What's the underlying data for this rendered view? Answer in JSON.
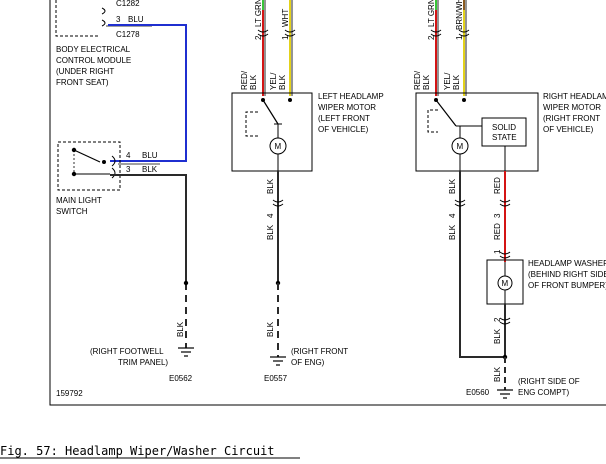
{
  "figure_id": "159792",
  "caption": "Fig. 57: Headlamp Wiper/Washer Circuit",
  "bcm": {
    "connector_top": "C1282",
    "pin": "3",
    "wire": "BLU",
    "connector_bottom": "C1278",
    "lines": [
      "BODY ELECTRICAL",
      "CONTROL MODULE",
      "(UNDER RIGHT",
      "FRONT SEAT)"
    ]
  },
  "main_light_switch": {
    "pin_a": "4",
    "wire_a": "BLU",
    "pin_b": "3",
    "wire_b": "BLK",
    "lines": [
      "MAIN LIGHT",
      "SWITCH"
    ]
  },
  "left_side": {
    "pin_2": "2",
    "wire_2": "LT GRN",
    "pin_1": "1",
    "wire_1": "WHT",
    "wire_in_1": [
      "RED/",
      "BLK"
    ],
    "wire_in_2": [
      "YEL/",
      "BLK"
    ],
    "motor_lines": [
      "LEFT HEADLAMP",
      "WIPER MOTOR",
      "(LEFT FRONT",
      "OF VEHICLE)"
    ],
    "blk_upper": "BLK",
    "pin_4": "4",
    "blk_lower": "BLK",
    "ground_blk": "BLK",
    "ground_lines": [
      "(RIGHT FRONT",
      "OF ENG)"
    ],
    "ground_id": "E0557"
  },
  "right_side": {
    "pin_2": "2",
    "wire_2": "LT GRN",
    "pin_1": "1",
    "wire_1": "BRN/WHT",
    "wire_in_1": [
      "RED/",
      "BLK"
    ],
    "wire_in_2": [
      "YEL/",
      "BLK"
    ],
    "motor_lines": [
      "RIGHT HEADLAMP",
      "WIPER MOTOR",
      "(RIGHT FRONT",
      "OF VEHICLE)"
    ],
    "solid_state": [
      "SOLID",
      "STATE"
    ],
    "blk_upper": "BLK",
    "red_upper": "RED",
    "pin_4": "4",
    "pin_3": "3",
    "blk_lower": "BLK",
    "red_lower": "RED",
    "washer_lines": [
      "HEADLAMP WASHER",
      "(BEHIND RIGHT SIDE",
      "OF FRONT BUMPER)"
    ],
    "blk_w": "BLK",
    "pin_w2": "2",
    "ground_blk": "BLK",
    "ground_lines": [
      "(RIGHT SIDE OF",
      "ENG COMPT)"
    ],
    "ground_id": "E0560"
  },
  "footwell_ground": {
    "blk": "BLK",
    "lines": [
      "(RIGHT FOOTWELL",
      "TRIM PANEL)"
    ],
    "ground_id": "E0562"
  },
  "colors": {
    "blu": "#1f2fd0",
    "blk": "#2a2a2a",
    "red": "#d41414",
    "ltgrn": "#37c437",
    "yel": "#e3d21a",
    "brn": "#8a5a1e"
  }
}
